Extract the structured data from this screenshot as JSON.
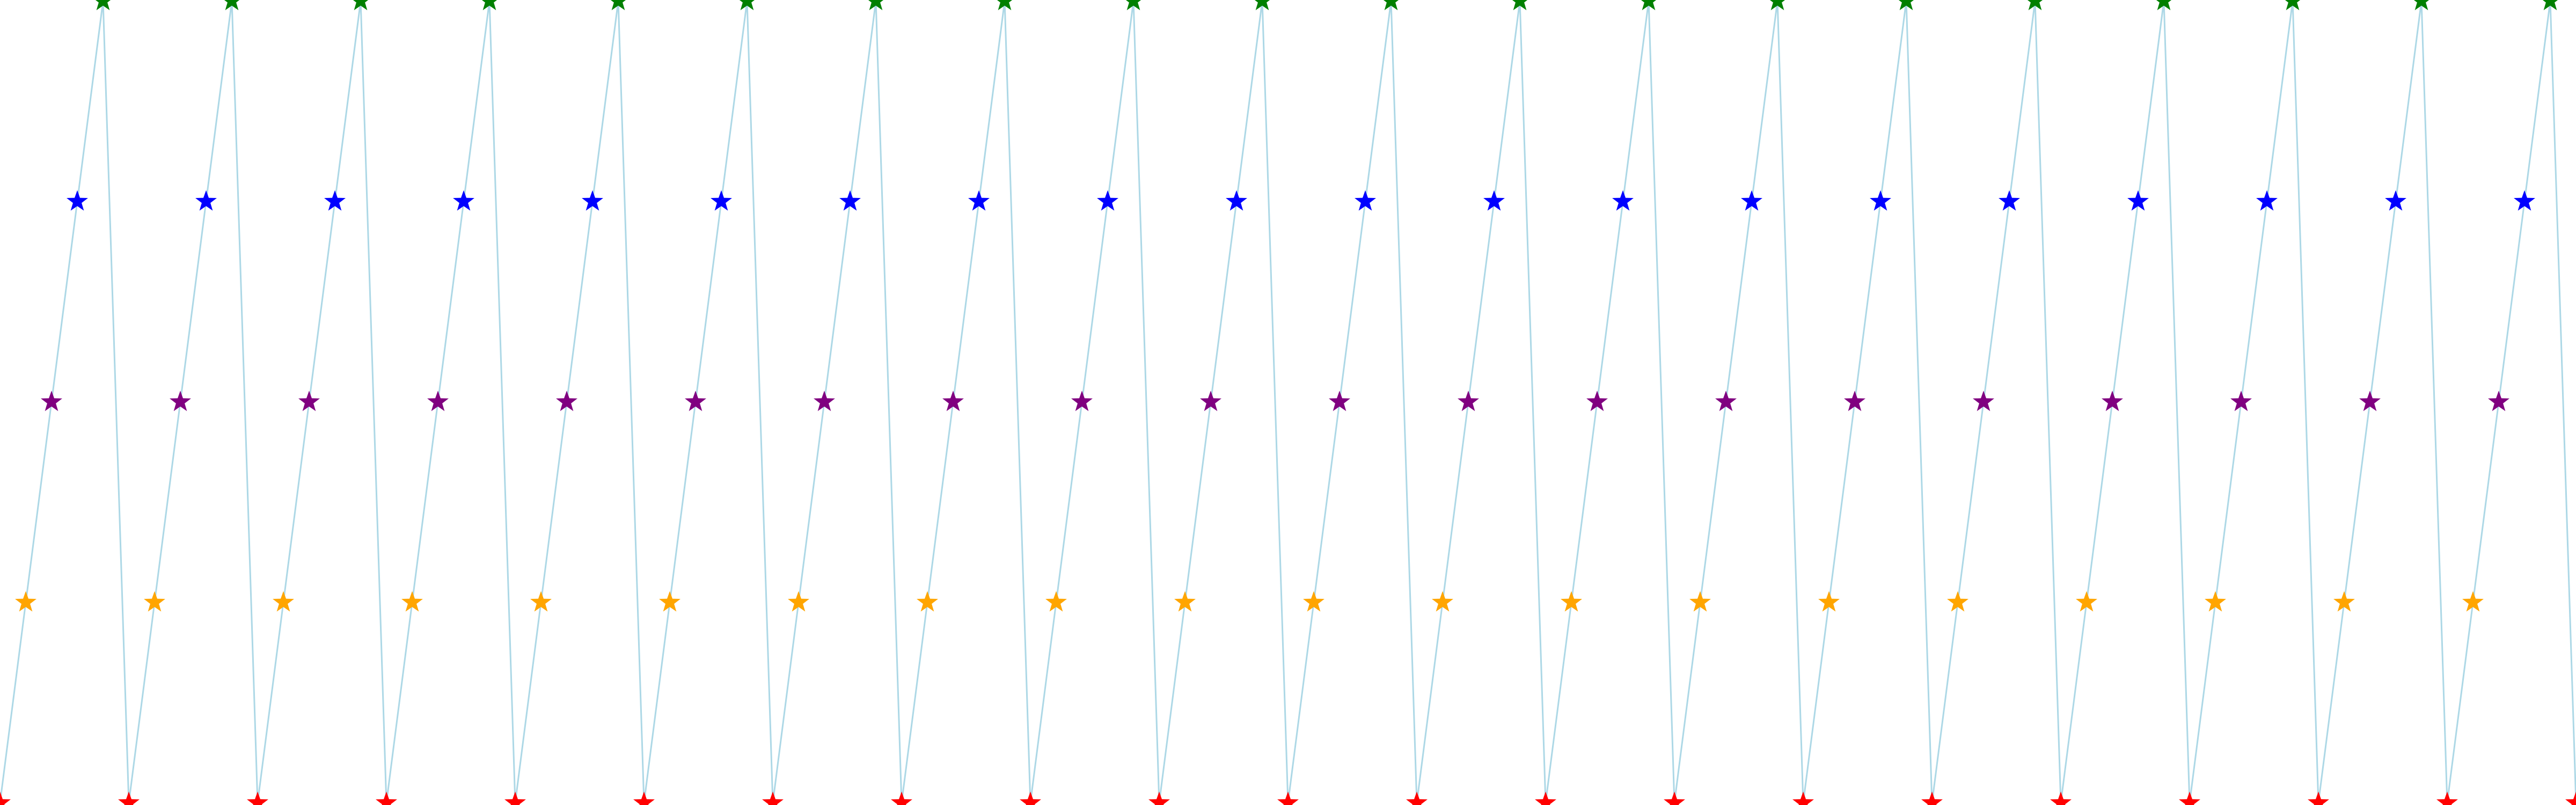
{
  "chart_data": {
    "type": "line",
    "title": "",
    "xlabel": "",
    "ylabel": "",
    "grid": false,
    "legend": "none",
    "line_color": "#add8e6",
    "marker": "star",
    "level_colors": [
      "#ff0000",
      "#ffa500",
      "#800080",
      "#0000ff",
      "#008000"
    ],
    "ylim": [
      0,
      4
    ],
    "xlim": [
      0,
      100
    ],
    "cycle_count": 20,
    "cycle_values": [
      0,
      1,
      2,
      3,
      4
    ]
  }
}
